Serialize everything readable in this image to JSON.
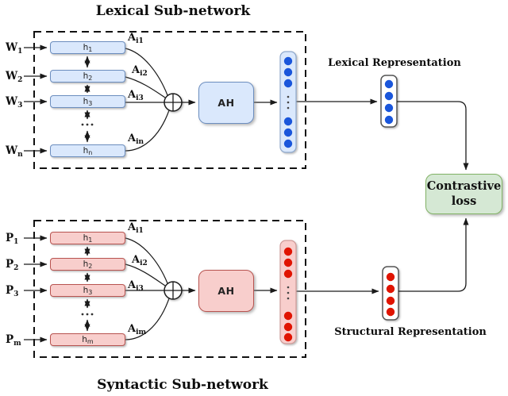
{
  "titles": {
    "lexical": "Lexical Sub-network",
    "syntactic": "Syntactic Sub-network"
  },
  "lexical": {
    "inputs": [
      {
        "base": "W",
        "sub": "1"
      },
      {
        "base": "W",
        "sub": "2"
      },
      {
        "base": "W",
        "sub": "3"
      },
      {
        "base": "W",
        "sub": "n"
      }
    ],
    "hidden_units": [
      {
        "base": "h",
        "sub": "1"
      },
      {
        "base": "h",
        "sub": "2"
      },
      {
        "base": "h",
        "sub": "3"
      },
      {
        "base": "h",
        "sub": "n"
      }
    ],
    "attention_weights": [
      {
        "base": "A",
        "sub": "i1"
      },
      {
        "base": "A",
        "sub": "i2"
      },
      {
        "base": "A",
        "sub": "i3"
      },
      {
        "base": "A",
        "sub": "in"
      }
    ],
    "ah_label": "AH",
    "representation_label": "Lexical Representation"
  },
  "syntactic": {
    "inputs": [
      {
        "base": "P",
        "sub": "1"
      },
      {
        "base": "P",
        "sub": "2"
      },
      {
        "base": "P",
        "sub": "3"
      },
      {
        "base": "P",
        "sub": "m"
      }
    ],
    "hidden_units": [
      {
        "base": "h",
        "sub": "1"
      },
      {
        "base": "h",
        "sub": "2"
      },
      {
        "base": "h",
        "sub": "3"
      },
      {
        "base": "h",
        "sub": "m"
      }
    ],
    "attention_weights": [
      {
        "base": "A",
        "sub": "i1"
      },
      {
        "base": "A",
        "sub": "i2"
      },
      {
        "base": "A",
        "sub": "i3"
      },
      {
        "base": "A",
        "sub": "im"
      }
    ],
    "ah_label": "AH",
    "representation_label": "Structural Representation"
  },
  "loss": {
    "label": "Contrastive loss"
  },
  "colors": {
    "lexical_fill": "#dae8fc",
    "lexical_border": "#6c8ebf",
    "lexical_dot": "#1a56db",
    "syntactic_fill": "#f8cecc",
    "syntactic_border": "#b85450",
    "syntactic_dot": "#e01400",
    "loss_fill": "#d5e8d4",
    "loss_border": "#82b366",
    "line": "#1a1a1a"
  }
}
